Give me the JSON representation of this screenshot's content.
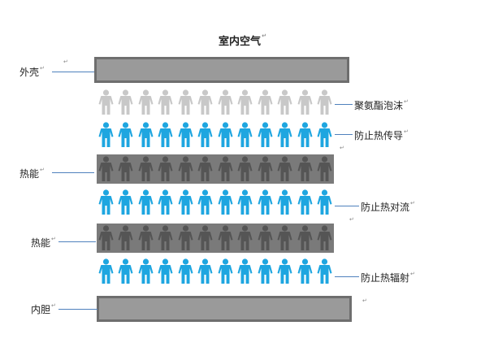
{
  "title": "室内空气",
  "return_mark": "↵",
  "labels": {
    "shell": "外壳",
    "heat_1": "热能",
    "heat_2": "热能",
    "inner": "内胆",
    "foam": "聚氨酯泡沫",
    "conduction": "防止热传导",
    "convection": "防止热对流",
    "radiation": "防止热辐射"
  },
  "rows": [
    {
      "color": "#c8c8c8",
      "count": 12
    },
    {
      "color": "#1ea6e0",
      "count": 12
    },
    {
      "color": "#555555",
      "count": 12
    },
    {
      "color": "#1ea6e0",
      "count": 12
    },
    {
      "color": "#555555",
      "count": 12
    },
    {
      "color": "#1ea6e0",
      "count": 12
    }
  ],
  "colors": {
    "bar_fill": "#9a9a9a",
    "bar_border": "#6e6e6e",
    "band": "#7a7a7a",
    "connector": "#4f81bd"
  }
}
